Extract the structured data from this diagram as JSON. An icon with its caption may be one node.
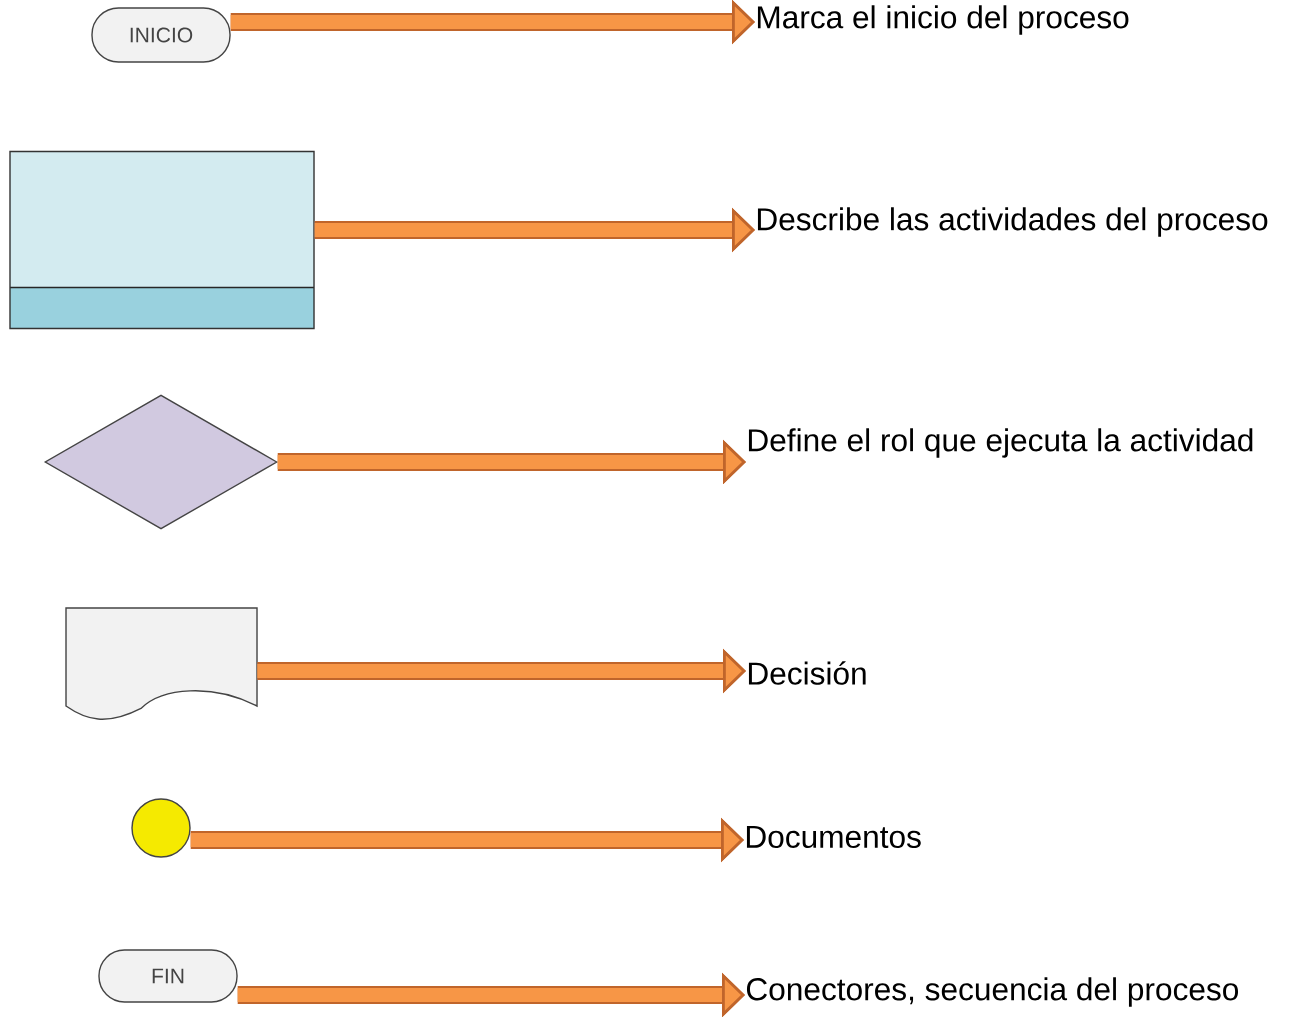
{
  "diagram": {
    "nodes": [
      {
        "text": [
          "INICIO"
        ]
      },
      {
        "text": [],
        "shape": "box"
      },
      {
        "text": [],
        "shape": "diamond"
      },
      {
        "text": [],
        "shape": "document"
      },
      {
        "text": [],
        "shape": "circle"
      },
      {
        "text": [
          "FIN"
        ]
      },
      {
        "text": [
          "Marca el inicio del proceso"
        ]
      },
      {
        "text": [
          "Describe las actividades del proceso"
        ]
      },
      {
        "text": [
          "Define el rol que ejecuta la actividad"
        ]
      },
      {
        "text": [
          "Decisión"
        ]
      },
      {
        "text": [
          "Documentos"
        ]
      },
      {
        "text": [
          "Conectores, secuencia del proceso"
        ]
      }
    ],
    "edges": [
      {
        "from": 0,
        "to": 6,
        "arrow": "to"
      },
      {
        "from": 1,
        "to": 7,
        "arrow": "to"
      },
      {
        "from": 2,
        "to": 8,
        "arrow": "to"
      },
      {
        "from": 3,
        "to": 9,
        "arrow": "to"
      },
      {
        "from": 4,
        "to": 10,
        "arrow": "to"
      },
      {
        "from": 5,
        "to": 11,
        "arrow": "to"
      }
    ]
  }
}
